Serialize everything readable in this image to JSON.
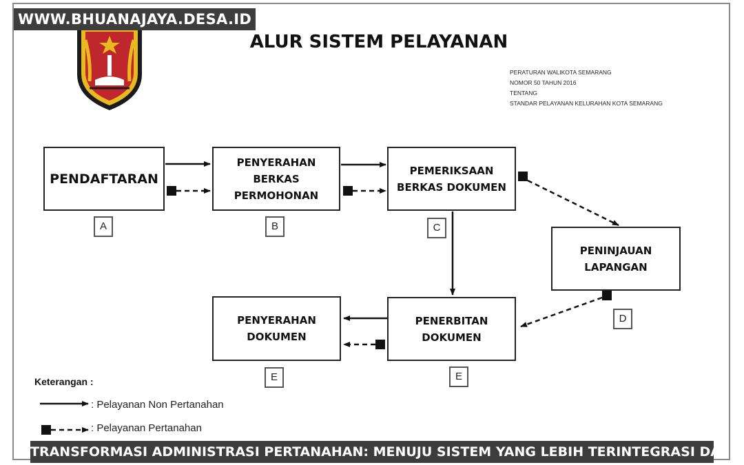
{
  "site_banner": "WWW.BHUANAJAYA.DESA.ID",
  "title": "ALUR SISTEM PELAYANAN",
  "regulation": [
    "PERATURAN WALIKOTA SEMARANG",
    "NOMOR 50 TAHUN 2016",
    "TENTANG",
    "STANDAR PELAYANAN KELURAHAN KOTA SEMARANG"
  ],
  "boxes": {
    "a": {
      "line1": "PENDAFTARAN",
      "tag": "A"
    },
    "b": {
      "line1": "PENYERAHAN",
      "line2": "BERKAS",
      "line3": "PERMOHONAN",
      "tag": "B"
    },
    "c": {
      "line1": "PEMERIKSAAN",
      "line2": "BERKAS DOKUMEN",
      "tag": "C"
    },
    "d": {
      "line1": "PENINJAUAN",
      "line2": "LAPANGAN",
      "tag": "D"
    },
    "e1": {
      "line1": "PENERBITAN",
      "line2": "DOKUMEN",
      "tag": "E"
    },
    "e2": {
      "line1": "PENYERAHAN",
      "line2": "DOKUMEN",
      "tag": "E"
    }
  },
  "legend": {
    "title": "Keterangan :",
    "solid": ": Pelayanan Non Pertanahan",
    "dashed": ": Pelayanan Pertanahan"
  },
  "footer_banner": "TRANSFORMASI ADMINISTRASI PERTANAHAN: MENUJU SISTEM YANG LEBIH TERINTEGRASI DAN EFEKTIF",
  "colors": {
    "banner_bg": "#3d3d3d",
    "line": "#111111",
    "emblem_red": "#c0272d",
    "emblem_gold": "#e8b920"
  }
}
